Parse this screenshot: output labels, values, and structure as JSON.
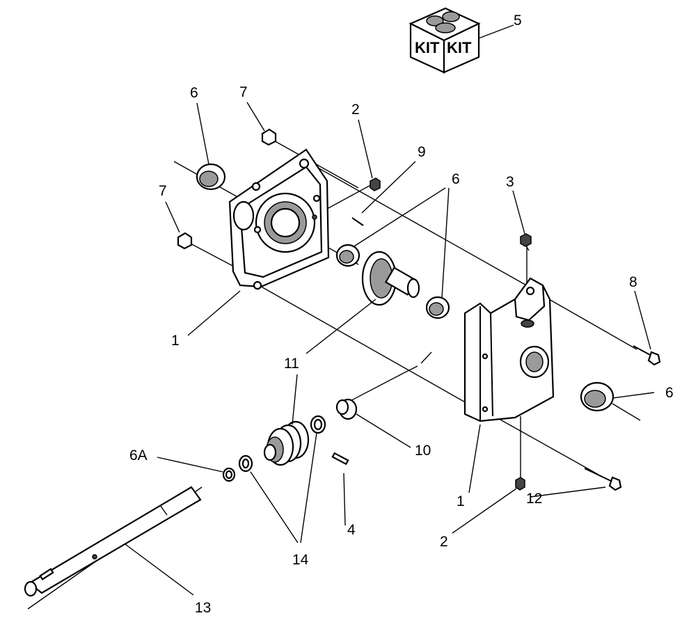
{
  "kit": {
    "top_label": "KIT",
    "side_label": "KIT"
  },
  "callouts": [
    {
      "id": "c5",
      "label": "5"
    },
    {
      "id": "c6-tl",
      "label": "6"
    },
    {
      "id": "c7-top",
      "label": "7"
    },
    {
      "id": "c2-top",
      "label": "2"
    },
    {
      "id": "c9",
      "label": "9"
    },
    {
      "id": "c6-mid",
      "label": "6"
    },
    {
      "id": "c3",
      "label": "3"
    },
    {
      "id": "c7-left",
      "label": "7"
    },
    {
      "id": "c8",
      "label": "8"
    },
    {
      "id": "c1-left",
      "label": "1"
    },
    {
      "id": "c11",
      "label": "11"
    },
    {
      "id": "c6-right",
      "label": "6"
    },
    {
      "id": "c10",
      "label": "10"
    },
    {
      "id": "c6a",
      "label": "6A"
    },
    {
      "id": "c1-right",
      "label": "1"
    },
    {
      "id": "c12",
      "label": "12"
    },
    {
      "id": "c4",
      "label": "4"
    },
    {
      "id": "c2-bottom",
      "label": "2"
    },
    {
      "id": "c14",
      "label": "14"
    },
    {
      "id": "c13",
      "label": "13"
    }
  ]
}
